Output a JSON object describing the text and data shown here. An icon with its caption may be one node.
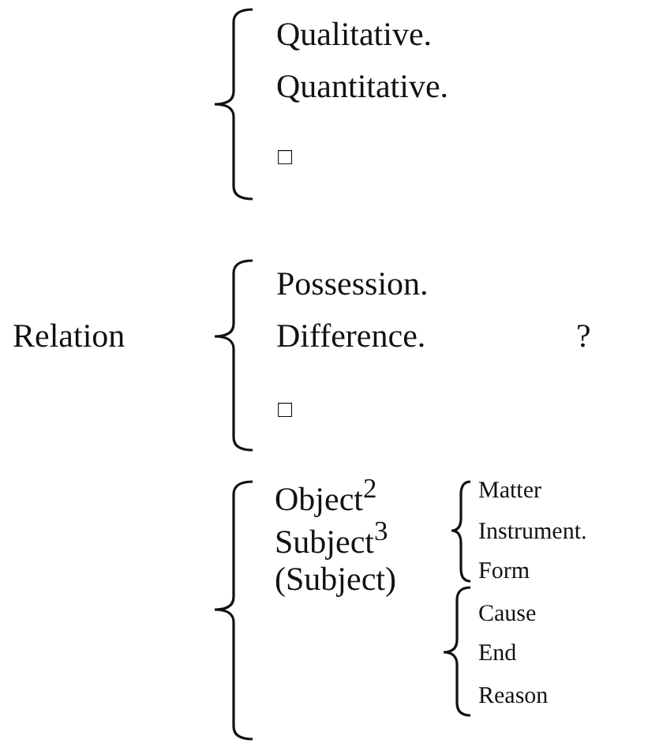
{
  "diagram": {
    "labels": [
      "Qualitative.",
      "Quantitative.",
      "□",
      "Relation",
      "Possession.",
      "Difference.",
      "?",
      "□",
      "Object$^{2}$",
      "Matter",
      "Instrument.",
      "Form",
      "Subject$^{3}$",
      "Cause",
      "(Subject)",
      "End",
      "Reason"
    ]
  }
}
